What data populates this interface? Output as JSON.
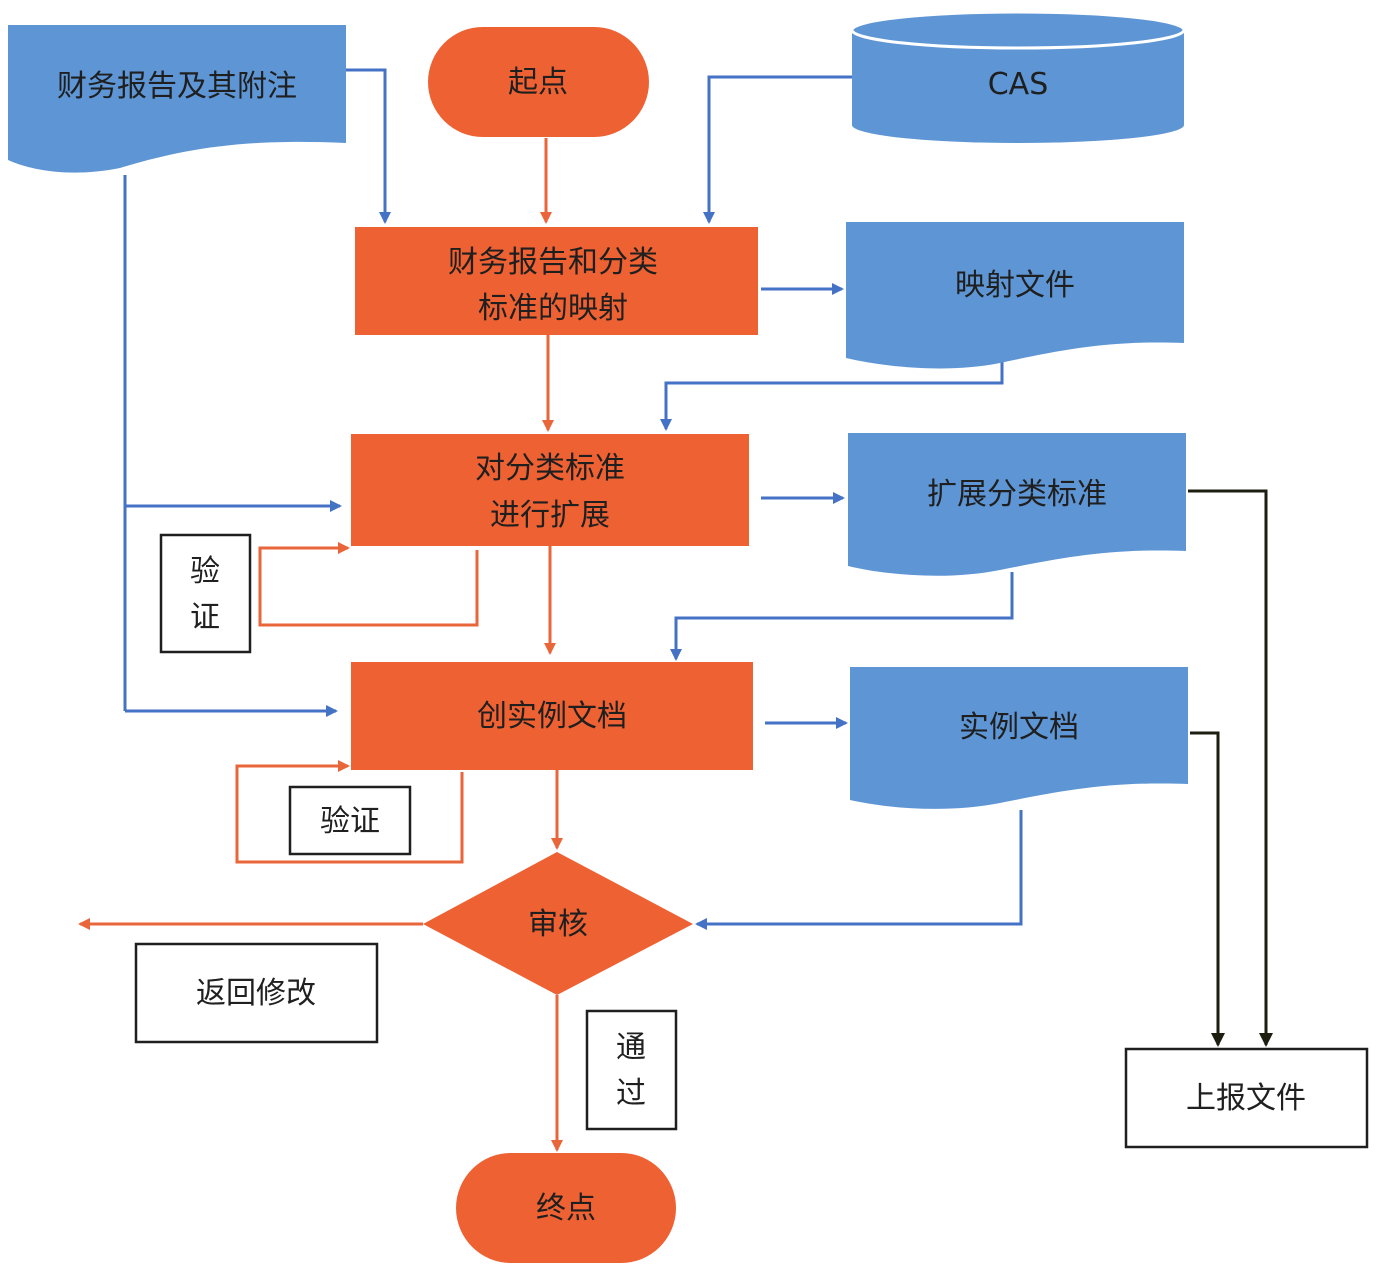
{
  "nodes": {
    "financial_report": "财务报告及其附注",
    "start": "起点",
    "cas": "CAS",
    "mapping_line1": "财务报告和分类",
    "mapping_line2": "标准的映射",
    "mapping_file": "映射文件",
    "extend_line1": "对分类标准",
    "extend_line2": "进行扩展",
    "extended_taxonomy": "扩展分类标准",
    "create_instance": "创实例文档",
    "instance_doc": "实例文档",
    "review": "审核",
    "end": "终点",
    "submit_file": "上报文件"
  },
  "labels": {
    "verify1_a": "验",
    "verify1_b": "证",
    "verify2": "验证",
    "return_modify": "返回修改",
    "pass_a": "通",
    "pass_b": "过"
  },
  "colors": {
    "process_fill": "#ee6133",
    "data_fill": "#5e96d5",
    "blue_line": "#4472c4",
    "orange_line": "#e8663a",
    "dark_line": "#1d1d10"
  }
}
